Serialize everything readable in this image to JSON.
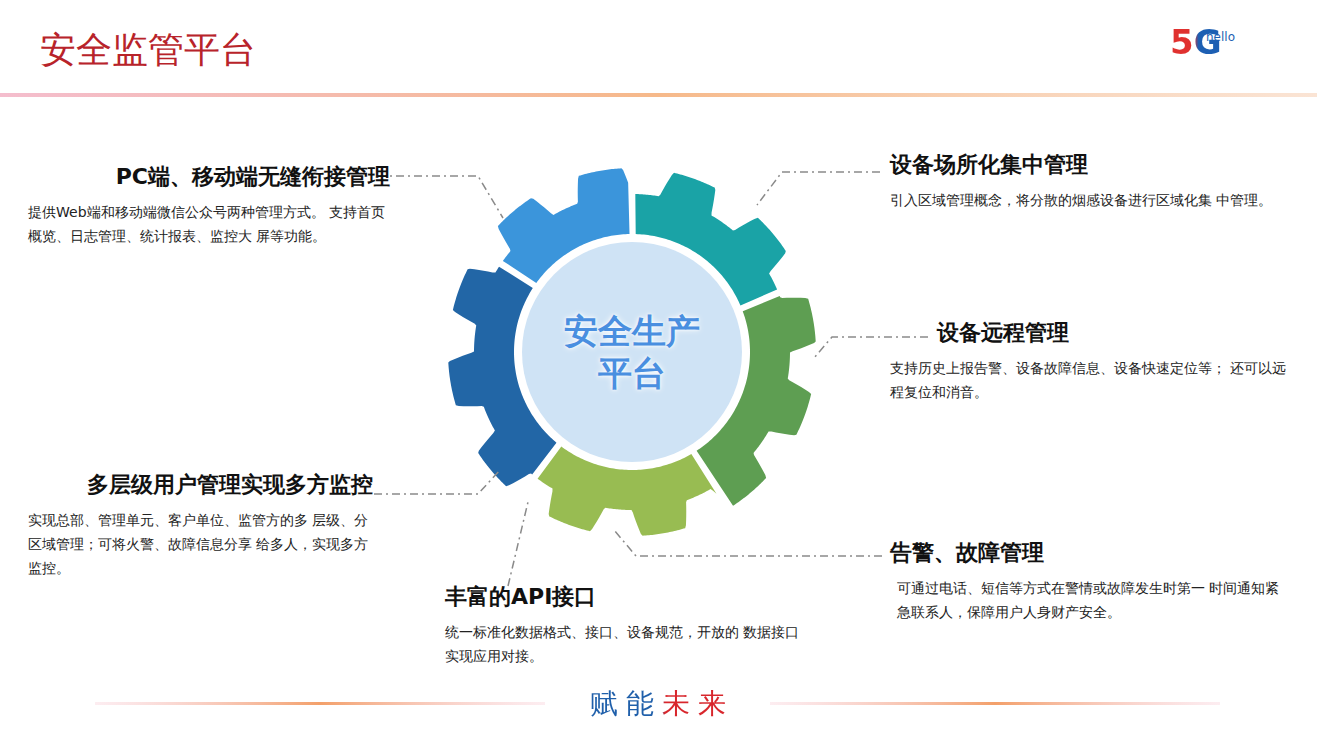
{
  "diagram": {
    "title": "安全监管平台",
    "nodes": [
      {
        "text": [
          "安全生产 平台"
        ]
      },
      {
        "text": [
          "PC端、移动端无缝衔接管理",
          "提供Web端和移动端微信公众号两种管理方式。 支持首页概览、日志管理、统计报表、监控大 屏等功能。"
        ]
      },
      {
        "text": [
          "设备场所化集中管理",
          "引入区域管理概念，将分散的烟感设备进行区域化集 中管理。"
        ]
      },
      {
        "text": [
          "设备远程管理",
          "支持历史上报告警、设备故障信息、设备快速定位等； 还可以远程复位和消音。"
        ]
      },
      {
        "text": [
          "多层级用户管理实现多方监控",
          "实现总部、管理单元、客户单位、监管方的多 层级、分区域管理；可将火警、故障信息分享 给多人，实现多方监控。"
        ]
      },
      {
        "text": [
          "告警、故障管理",
          "可通过电话、短信等方式在警情或故障发生时第一 时间通知紧急联系人，保障用户人身财产安全。"
        ]
      },
      {
        "text": [
          "丰富的API接口",
          "统一标准化数据格式、接口、设备规范，开放的 数据接口实现应用对接。"
        ]
      }
    ],
    "labels": [
      "5G",
      "hello",
      "赋能未来"
    ]
  }
}
